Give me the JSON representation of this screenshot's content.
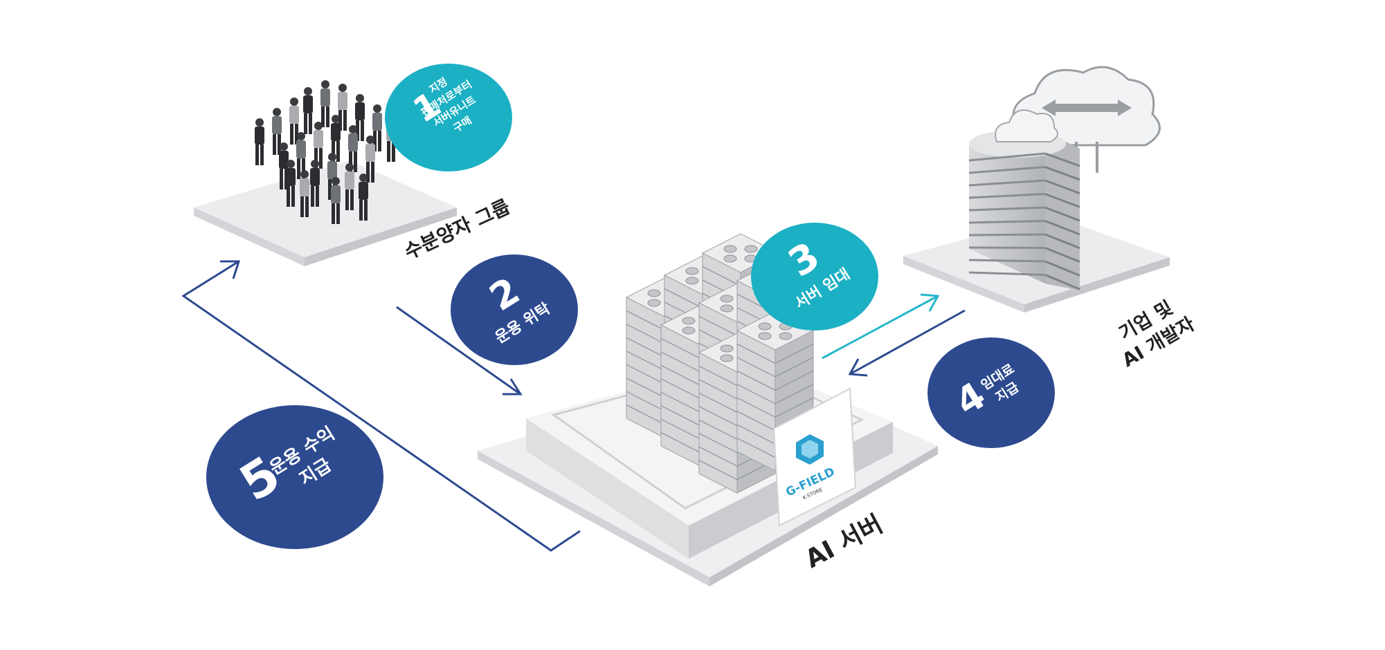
{
  "colors": {
    "teal": "#1bb0c4",
    "navy": "#2d4a8f",
    "arrow_navy": "#2d4a8f",
    "arrow_teal": "#27b6c9",
    "platform": "#e7e8ea",
    "label": "#222222"
  },
  "nodes": {
    "shareholders": {
      "label": "수분양자 그룹"
    },
    "ai_server": {
      "label": "AI 서버",
      "sign_logo": "G-FIELD",
      "sign_sub": "K·STORE"
    },
    "company": {
      "label_line1": "기업 및",
      "label_line2": "AI 개발자"
    }
  },
  "steps": [
    {
      "number": "1",
      "lines": [
        "지정",
        "판매처로부터",
        "서버유니트",
        "구매"
      ],
      "color": "teal"
    },
    {
      "number": "2",
      "lines": [
        "운용 위탁"
      ],
      "color": "navy"
    },
    {
      "number": "3",
      "lines": [
        "서버 임대"
      ],
      "color": "teal"
    },
    {
      "number": "4",
      "lines": [
        "임대료",
        "지급"
      ],
      "color": "navy"
    },
    {
      "number": "5",
      "lines": [
        "운용 수익",
        "지급"
      ],
      "color": "navy"
    }
  ]
}
